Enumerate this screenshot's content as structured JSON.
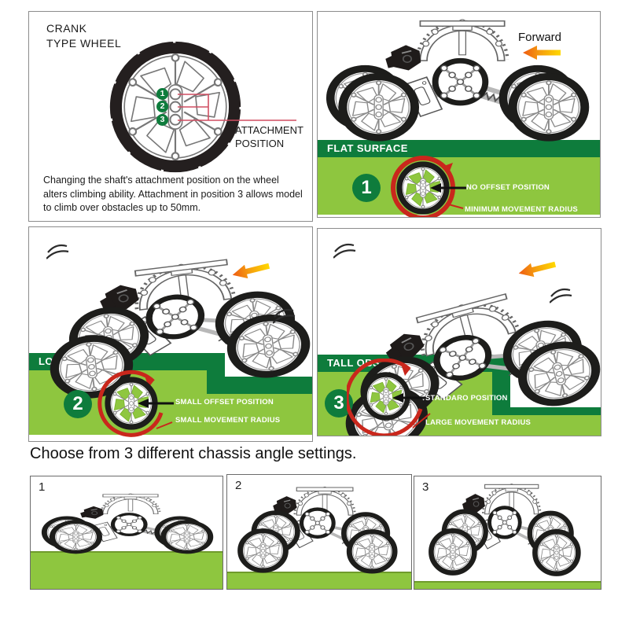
{
  "colors": {
    "dark_green": "#0e7c3c",
    "light_green": "#8ec63f",
    "accent_red": "#c9271d",
    "leader_pink": "#d04f62",
    "arrow_orange": "#ee5a13",
    "arrow_yellow": "#ffd800"
  },
  "crank_panel": {
    "title_line1": "CRANK",
    "title_line2": "TYPE WHEEL",
    "positions": [
      "1",
      "2",
      "3"
    ],
    "attachment_line1": "ATTACHMENT",
    "attachment_line2": "POSITION",
    "description": "Changing the shaft's attachment  position on the wheel alters climbing ability. Attachment in position 3 allows model to climb over obstacles up to 50mm."
  },
  "flat_panel": {
    "forward": "Forward",
    "banner": "FLAT SURFACE",
    "number": "1",
    "offset_label": "NO OFFSET POSITION",
    "radius_label": "MINIMUM MOVEMENT RADIUS"
  },
  "low_panel": {
    "banner": "LOW OBSTACLE",
    "number": "2",
    "offset_label": "SMALL OFFSET POSITION",
    "radius_label": "SMALL MOVEMENT RADIUS"
  },
  "tall_panel": {
    "banner": "TALL OBSTACLE",
    "number": "3",
    "offset_label": "STANDARO POSITION",
    "radius_label": "LARGE MOVEMENT RADIUS"
  },
  "chassis_section": {
    "heading": "Choose from 3 different chassis angle settings.",
    "panels": [
      {
        "number": "1"
      },
      {
        "number": "2"
      },
      {
        "number": "3"
      }
    ]
  }
}
